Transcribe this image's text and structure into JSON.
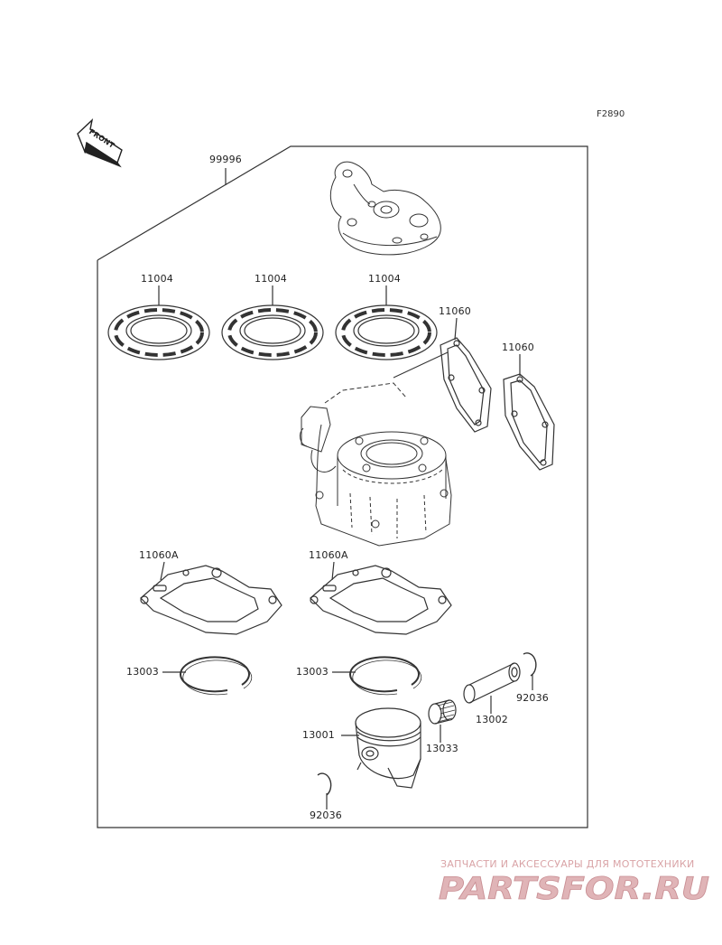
{
  "diagram_code": "F2890",
  "front_label": "FRONT",
  "parts": {
    "kit": "99996",
    "head_gasket_1": "11004",
    "head_gasket_2": "11004",
    "head_gasket_3": "11004",
    "exhaust_gasket_1": "11060",
    "exhaust_gasket_2": "11060",
    "base_gasket_1": "11060A",
    "base_gasket_2": "11060A",
    "ring_1": "13003",
    "ring_2": "13003",
    "piston": "13001",
    "bearing": "13033",
    "piston_pin": "13002",
    "circlip_right": "92036",
    "circlip_bottom": "92036"
  },
  "watermark": {
    "caption": "ЗАПЧАСТИ И АКСЕССУАРЫ ДЛЯ МОТОТЕХНИКИ",
    "logo": "PARTSFOR.RU",
    "color": "#e0b4b7"
  }
}
